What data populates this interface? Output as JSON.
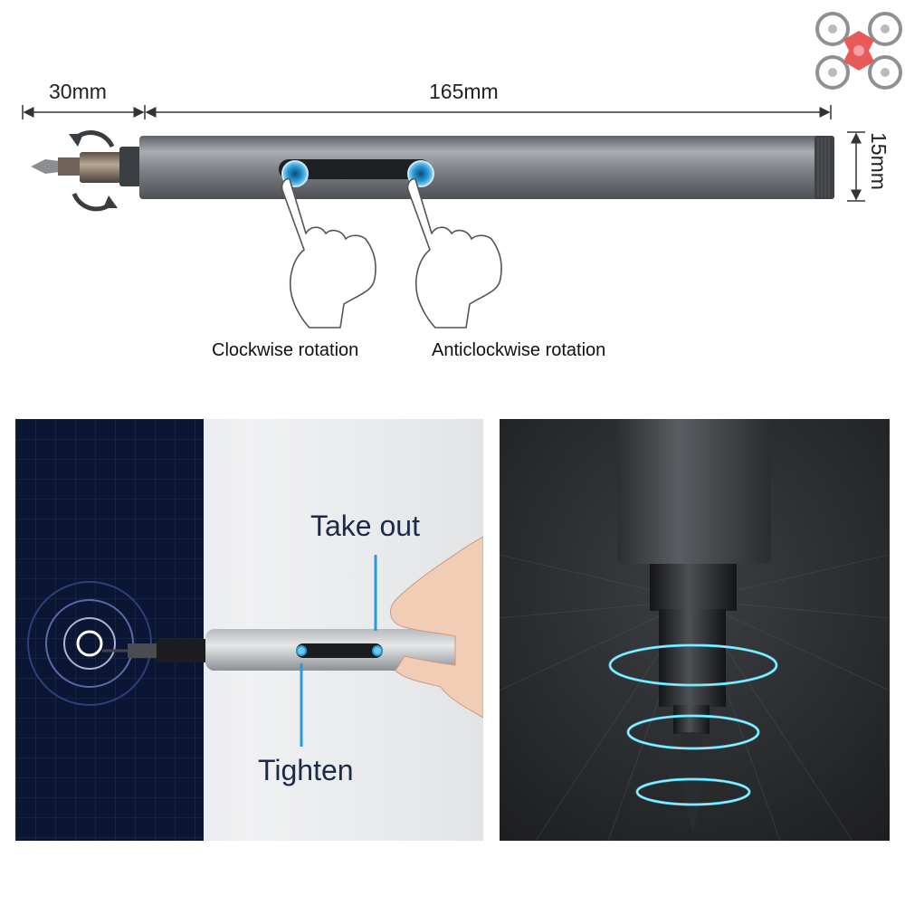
{
  "dimensions": {
    "tip_length": "30mm",
    "body_length": "165mm",
    "diameter": "15mm"
  },
  "captions": {
    "clockwise": "Clockwise rotation",
    "anticlockwise": "Anticlockwise rotation"
  },
  "left_panel": {
    "take_out": "Take out",
    "tighten": "Tighten"
  },
  "icons": {
    "logo": "drone-logo-icon",
    "rotation": "rotation-arrows-icon",
    "hand": "pointing-hand-icon"
  },
  "colors": {
    "accent_blue": "#2a9bd8",
    "body_grey": "#7b7e82",
    "glow_cyan": "#3fd3f2",
    "logo_red": "#e85a5a"
  }
}
